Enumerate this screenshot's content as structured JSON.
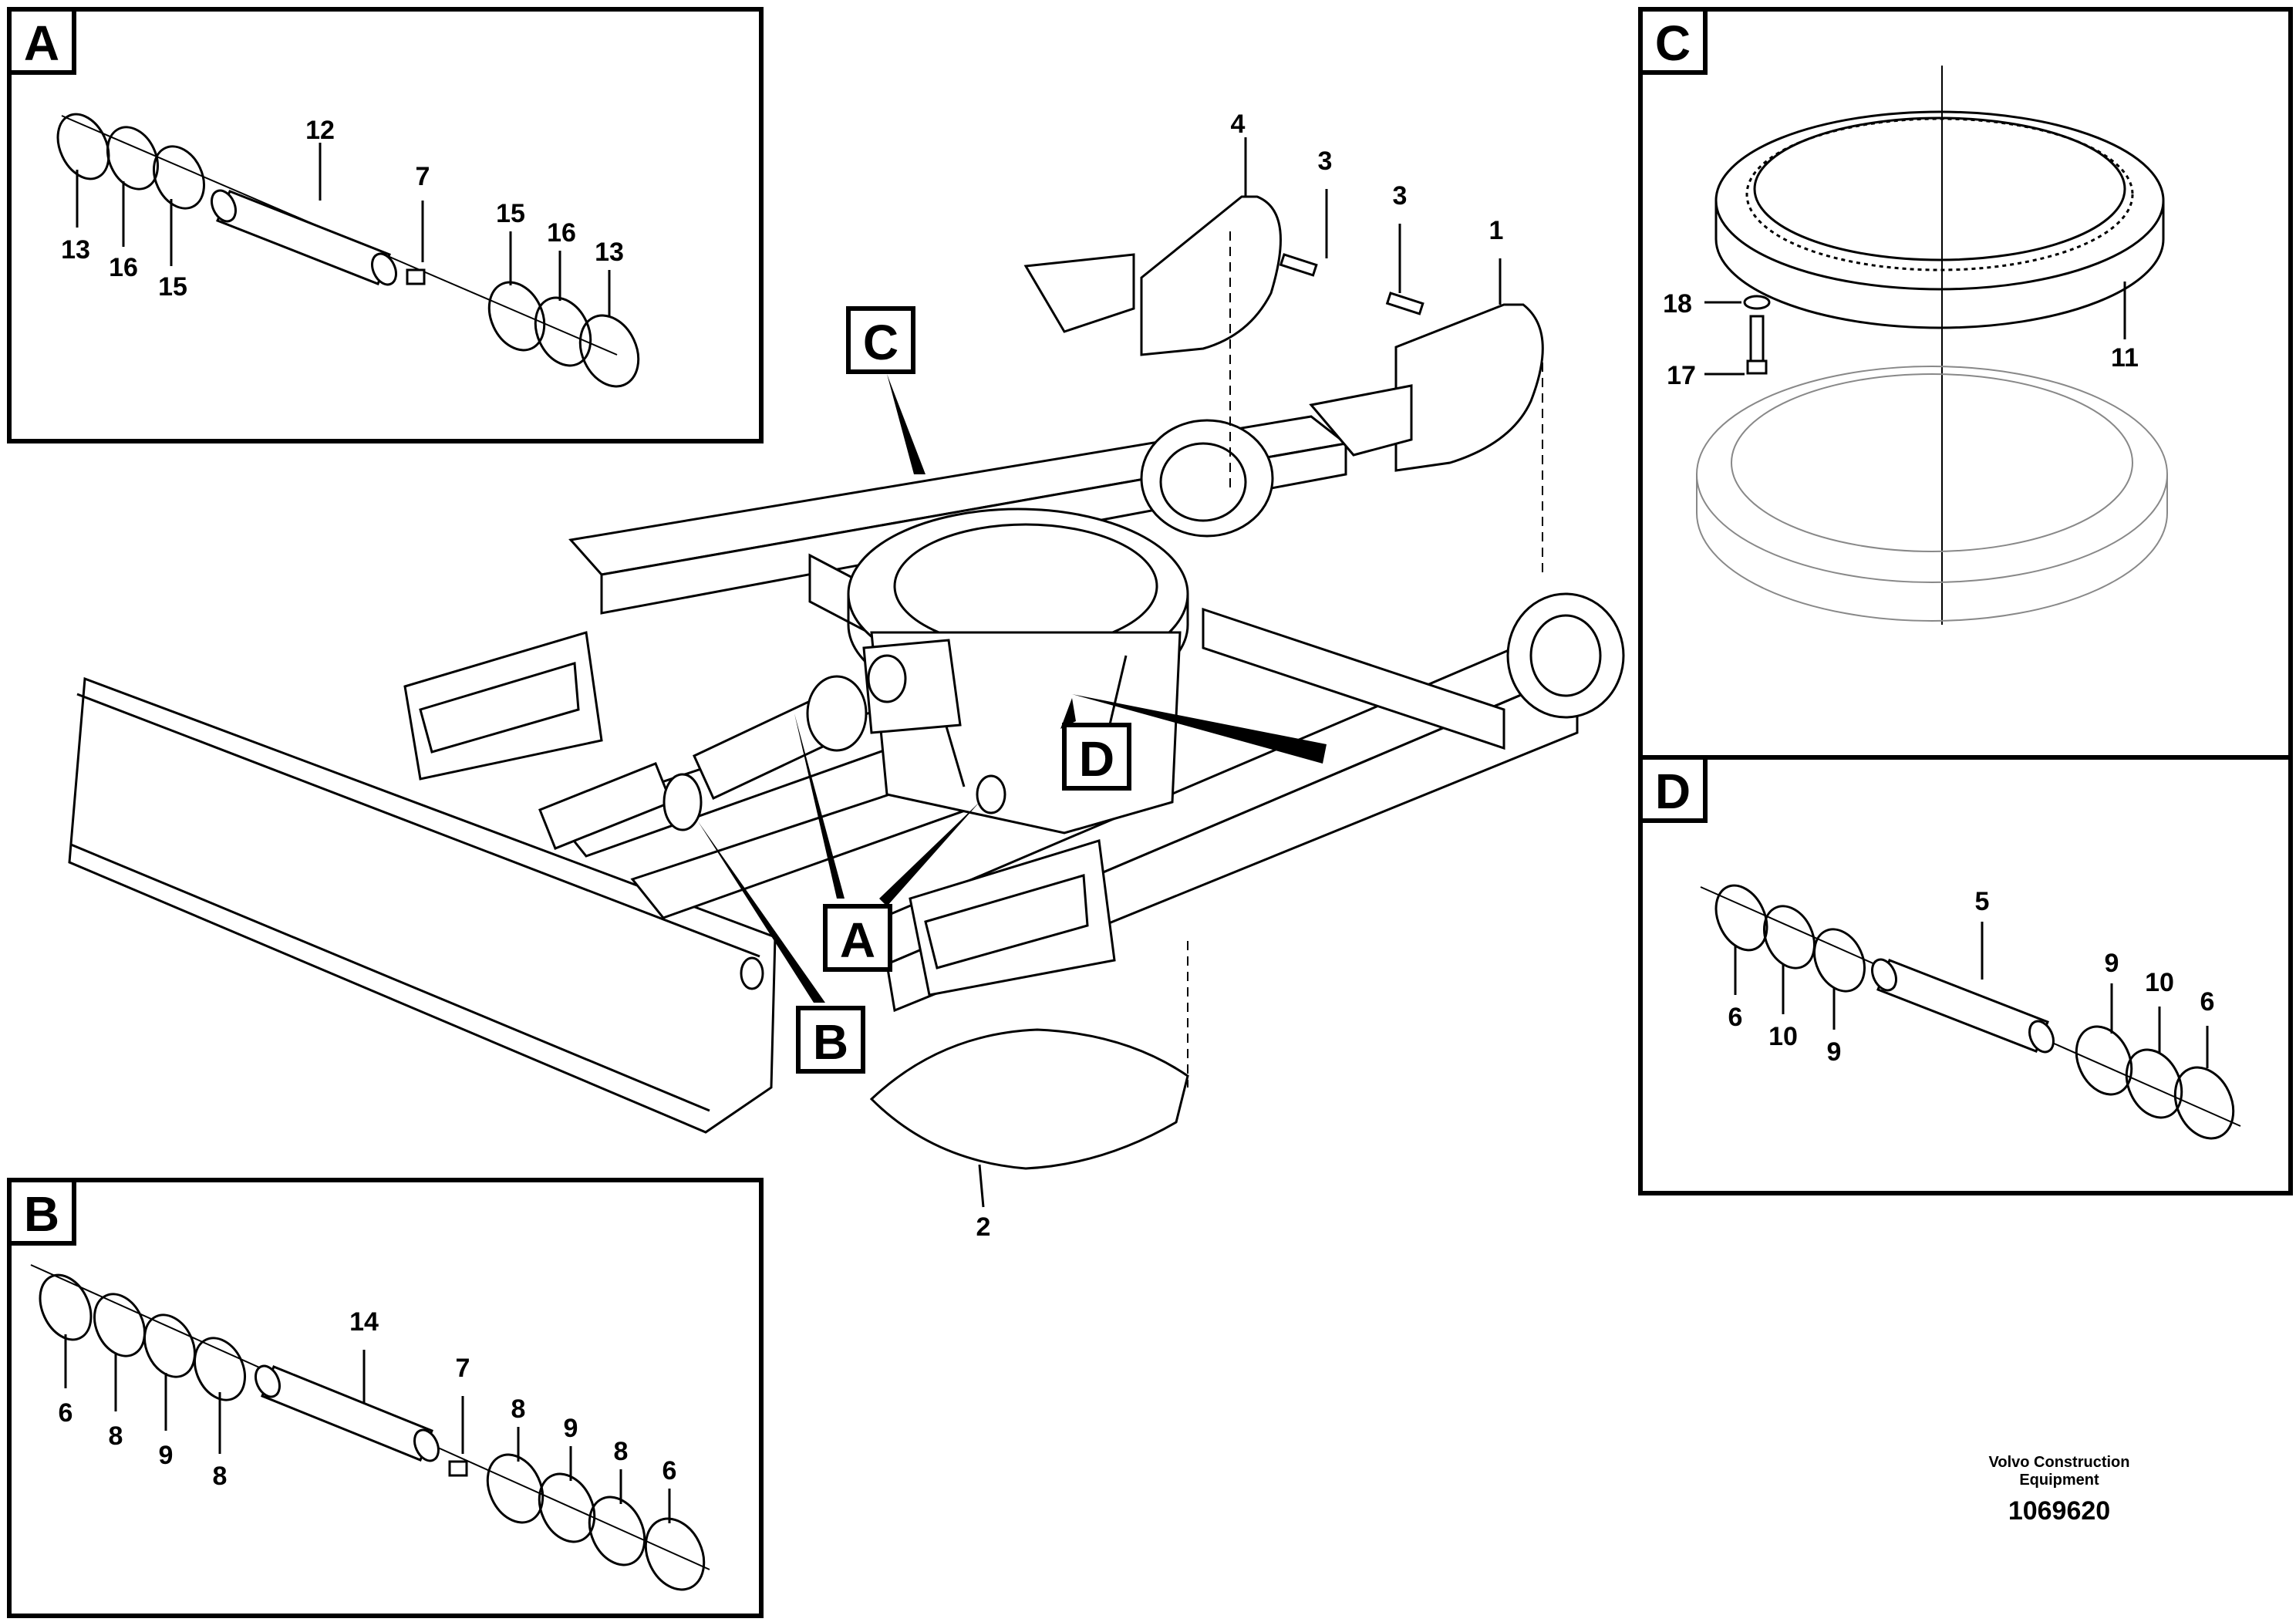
{
  "panels": {
    "A": {
      "tag": "A",
      "parts": [
        "13",
        "16",
        "15",
        "12",
        "7",
        "15",
        "16",
        "13"
      ]
    },
    "B": {
      "tag": "B",
      "parts": [
        "6",
        "8",
        "9",
        "8",
        "14",
        "7",
        "8",
        "9",
        "8",
        "6"
      ]
    },
    "C": {
      "tag": "C",
      "parts": [
        "18",
        "17",
        "11"
      ]
    },
    "D": {
      "tag": "D",
      "parts": [
        "6",
        "10",
        "9",
        "5",
        "9",
        "10",
        "6"
      ]
    }
  },
  "main_callouts": {
    "tags": [
      "C",
      "D",
      "A",
      "B"
    ],
    "parts": [
      "4",
      "3",
      "3",
      "1",
      "2"
    ]
  },
  "footer": {
    "company": "Volvo Construction",
    "company_line2": "Equipment",
    "drawing_number": "1069620"
  }
}
